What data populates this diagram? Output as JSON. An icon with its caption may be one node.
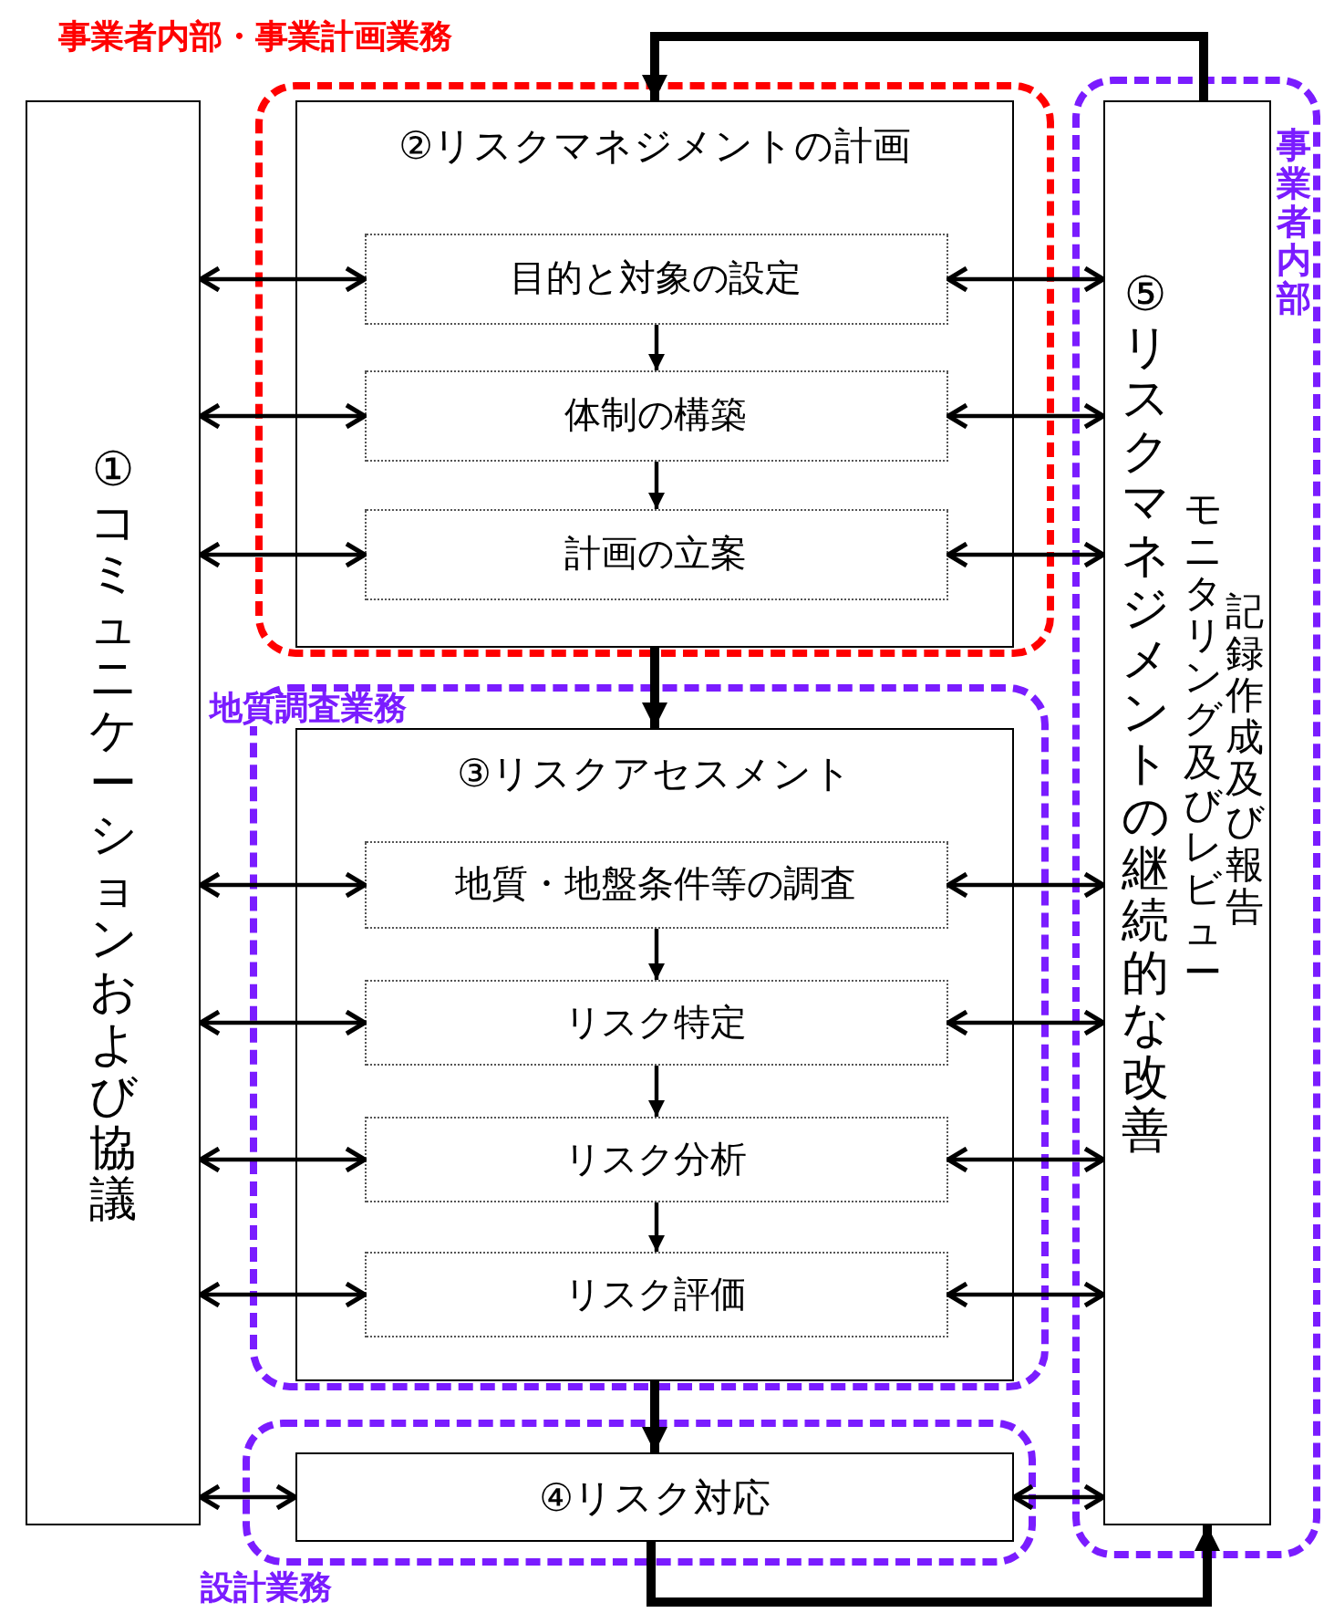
{
  "diagram": {
    "nodes": [
      {
        "text": [
          "①コミュニケーションおよび協議"
        ]
      },
      {
        "text": [
          "事業者内部・事業計画業務"
        ]
      },
      {
        "text": [
          "②リスクマネジメントの計画"
        ],
        "in": 1
      },
      {
        "text": [
          "目的と対象の設定"
        ],
        "in": 2
      },
      {
        "text": [
          "体制の構築"
        ],
        "in": 2
      },
      {
        "text": [
          "計画の立案"
        ],
        "in": 2
      },
      {
        "text": [
          "地質調査業務"
        ]
      },
      {
        "text": [
          "③リスクアセスメント"
        ],
        "in": 6
      },
      {
        "text": [
          "地質・地盤条件等の調査"
        ],
        "in": 7
      },
      {
        "text": [
          "リスク特定"
        ],
        "in": 7
      },
      {
        "text": [
          "リスク分析"
        ],
        "in": 7
      },
      {
        "text": [
          "リスク評価"
        ],
        "in": 7
      },
      {
        "text": [
          "設計業務"
        ]
      },
      {
        "text": [
          "④リスク対応"
        ],
        "in": 12
      },
      {
        "text": [
          "事業者内部"
        ]
      },
      {
        "text": [
          "⑤リスクマネジメントの継続的な改善",
          "モニタリング及びレビュー",
          "記録作成及び報告"
        ],
        "in": 14
      }
    ],
    "edges": [
      {
        "from": 0,
        "to": 3,
        "arrow": "both"
      },
      {
        "from": 3,
        "to": 15,
        "arrow": "both"
      },
      {
        "from": 0,
        "to": 4,
        "arrow": "both"
      },
      {
        "from": 4,
        "to": 15,
        "arrow": "both"
      },
      {
        "from": 0,
        "to": 5,
        "arrow": "both"
      },
      {
        "from": 5,
        "to": 15,
        "arrow": "both"
      },
      {
        "from": 3,
        "to": 4,
        "arrow": "to"
      },
      {
        "from": 4,
        "to": 5,
        "arrow": "to"
      },
      {
        "from": 2,
        "to": 7,
        "arrow": "to",
        "style": "thick"
      },
      {
        "from": 0,
        "to": 8,
        "arrow": "both"
      },
      {
        "from": 8,
        "to": 15,
        "arrow": "both"
      },
      {
        "from": 0,
        "to": 9,
        "arrow": "both"
      },
      {
        "from": 9,
        "to": 15,
        "arrow": "both"
      },
      {
        "from": 0,
        "to": 10,
        "arrow": "both"
      },
      {
        "from": 10,
        "to": 15,
        "arrow": "both"
      },
      {
        "from": 0,
        "to": 11,
        "arrow": "both"
      },
      {
        "from": 11,
        "to": 15,
        "arrow": "both"
      },
      {
        "from": 8,
        "to": 9,
        "arrow": "to"
      },
      {
        "from": 9,
        "to": 10,
        "arrow": "to"
      },
      {
        "from": 10,
        "to": 11,
        "arrow": "to"
      },
      {
        "from": 7,
        "to": 13,
        "arrow": "to",
        "style": "thick"
      },
      {
        "from": 0,
        "to": 13,
        "arrow": "both"
      },
      {
        "from": 13,
        "to": 15,
        "arrow": "both"
      },
      {
        "from": 15,
        "to": 2,
        "arrow": "to",
        "style": "thick"
      },
      {
        "from": 13,
        "to": 15,
        "arrow": "to",
        "style": "thick"
      }
    ]
  }
}
